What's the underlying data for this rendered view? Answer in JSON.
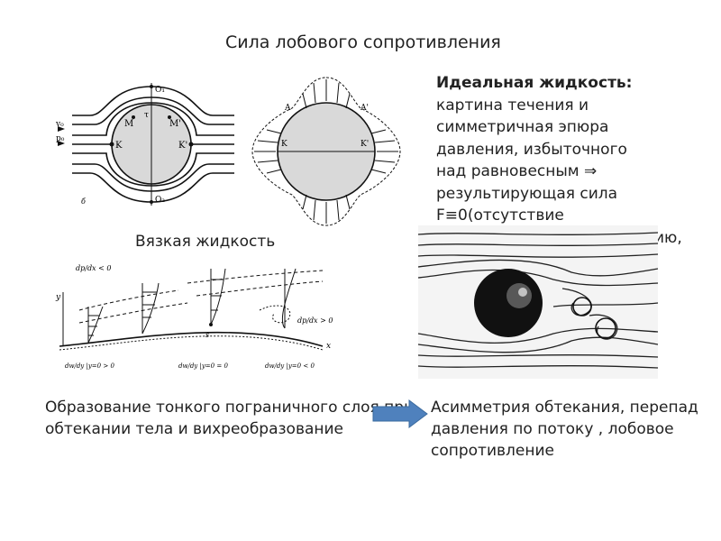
{
  "slide": {
    "title": "Сила лобового сопротивления",
    "ideal": {
      "heading": "Идеальная жидкость:",
      "lines": [
        "картина течения и",
        "симметричная эпюра",
        "давления, избыточного",
        "над равновесным  ⇒",
        "результирующая сила",
        "F≡0(отсутствие",
        "ию,"
      ]
    },
    "viscous_label": "Вязкая жидкость",
    "boundary_layer_text": "Образование тонкого пограничного слоя при обтекании тела и вихреобразование",
    "asymmetry_text": "Асимметрия обтекания, перепад давления по потоку , лобовое сопротивление",
    "figure_ideal_flow": {
      "labels": [
        "O₁",
        "O₂",
        "M",
        "M'",
        "K",
        "K'",
        "τ",
        "v₀",
        "p₀",
        "б"
      ]
    },
    "figure_pressure": {
      "labels": [
        "A",
        "A'",
        "K",
        "K'"
      ]
    },
    "figure_boundary_layer": {
      "labels": [
        "dp/dx < 0",
        "dp/dx > 0",
        "y",
        "x",
        "s",
        "dw/dy |y=0 > 0",
        "dw/dy |y=0 = 0",
        "dw/dy |y=0 < 0"
      ]
    },
    "colors": {
      "arrow": "#4f81bd",
      "circle_fill": "#d9d9d9"
    }
  }
}
